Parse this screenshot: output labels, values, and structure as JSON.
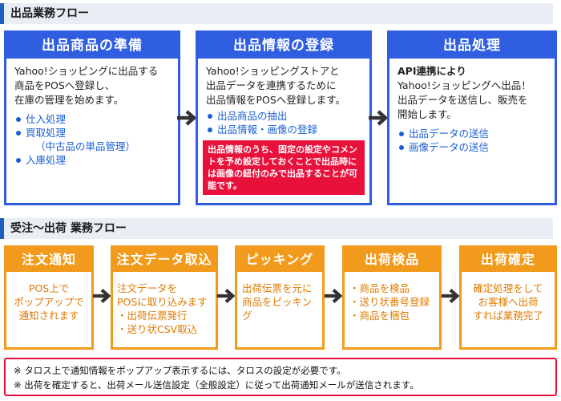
{
  "listing_section": {
    "heading": "出品業務フロー",
    "steps": [
      {
        "title": "出品商品の準備",
        "lines": [
          "Yahoo!ショッピングに出品する",
          "商品をPOSへ登録し、",
          "在庫の管理を始めます。"
        ],
        "items": [
          "仕入処理",
          "買取処理",
          "（中古品の単品管理）",
          "入庫処理"
        ]
      },
      {
        "title": "出品情報の登録",
        "lines": [
          "Yahoo!ショッピングストアと",
          "出品データを連携するために",
          "出品情報をPOSへ登録します。"
        ],
        "items": [
          "出品商品の抽出",
          "出品情報・画像の登録"
        ],
        "note": "出品情報のうち、固定の設定やコメントを予め設定しておくことで出品時には画像の紐付のみで出品することが可能です。"
      },
      {
        "title": "出品処理",
        "lines": [
          "API連携により",
          "Yahoo!ショッピングへ出品！",
          "出品データを送信し、販売を",
          "開始します。"
        ],
        "items": [
          "出品データの送信",
          "画像データの送信"
        ]
      }
    ]
  },
  "shipping_section": {
    "heading": "受注～出荷 業務フロー",
    "steps": [
      {
        "title": "注文通知",
        "lines": [
          "POS上で",
          "ポップアップで",
          "通知されます"
        ]
      },
      {
        "title": "注文データ取込",
        "lines": [
          "注文データを",
          "POSに取り込みます",
          "・出荷伝票発行",
          "・送り状CSV取込"
        ]
      },
      {
        "title": "ピッキング",
        "lines": [
          "出荷伝票を元に",
          "商品をピッキング"
        ]
      },
      {
        "title": "出荷検品",
        "lines": [
          "・商品を検品",
          "・送り状番号登録",
          "・商品を梱包"
        ]
      },
      {
        "title": "出荷確定",
        "lines": [
          "確定処理をして",
          "お客様へ出荷",
          "すれば業務完了"
        ]
      }
    ]
  },
  "notes": [
    "※ タロス上で通知情報をポップアップ表示するには、タロスの設定が必要です。",
    "※ 出荷を確定すると、出荷メール送信設定（全般設定）に従って出荷通知メールが送信されます。"
  ],
  "colors": {
    "listing_accent": "#2f5fe0",
    "shipping_accent": "#f29a1b",
    "note_red": "#e8113c",
    "arrow": "#333333"
  }
}
